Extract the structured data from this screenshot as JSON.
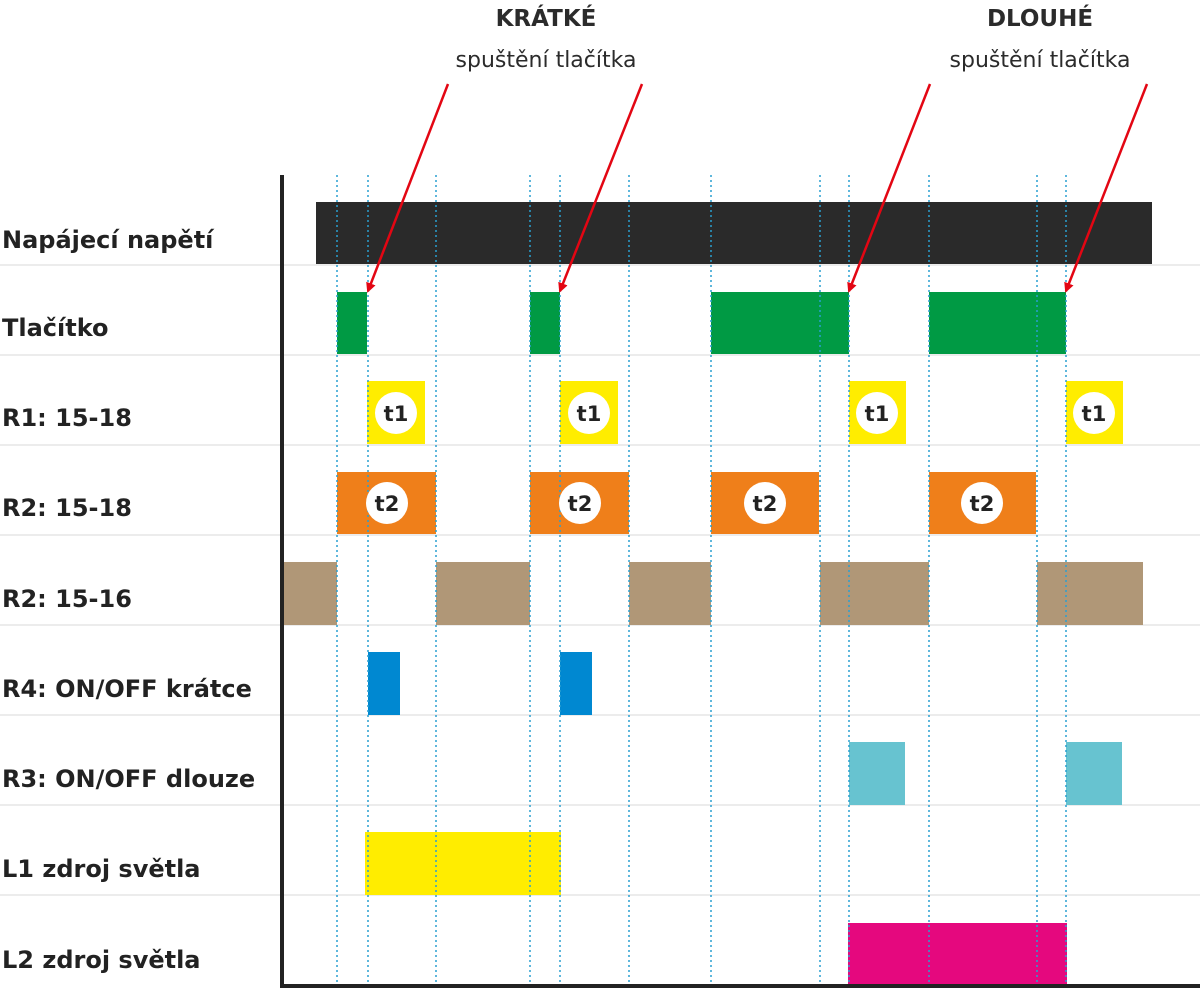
{
  "headers": {
    "short": {
      "title": "KRÁTKÉ",
      "subtitle": "spuštění tlačítka"
    },
    "long": {
      "title": "DLOUHÉ",
      "subtitle": "spuštění tlačítka"
    }
  },
  "rows": [
    {
      "label": "Napájecí napětí",
      "color": "#2a2a2a"
    },
    {
      "label": "Tlačítko",
      "color": "#009a44"
    },
    {
      "label": "R1: 15-18",
      "color": "#ffed00",
      "timer_label": "t1"
    },
    {
      "label": "R2: 15-18",
      "color": "#ef7f1a",
      "timer_label": "t2"
    },
    {
      "label": "R2: 15-16",
      "color": "#b09777"
    },
    {
      "label": "R4: ON/OFF krátce",
      "color": "#0088d1"
    },
    {
      "label": "R3: ON/OFF dlouze",
      "color": "#67c3d0"
    },
    {
      "label": "L1 zdroj světla",
      "color": "#ffed00"
    },
    {
      "label": "L2 zdroj světla",
      "color": "#e5087e"
    }
  ],
  "colors": {
    "arrow": "#e30613",
    "guide_line": "#2a9fd0",
    "axis": "#222222",
    "row_separator": "#d9d9d9",
    "timer_badge": "#ffffff"
  }
}
